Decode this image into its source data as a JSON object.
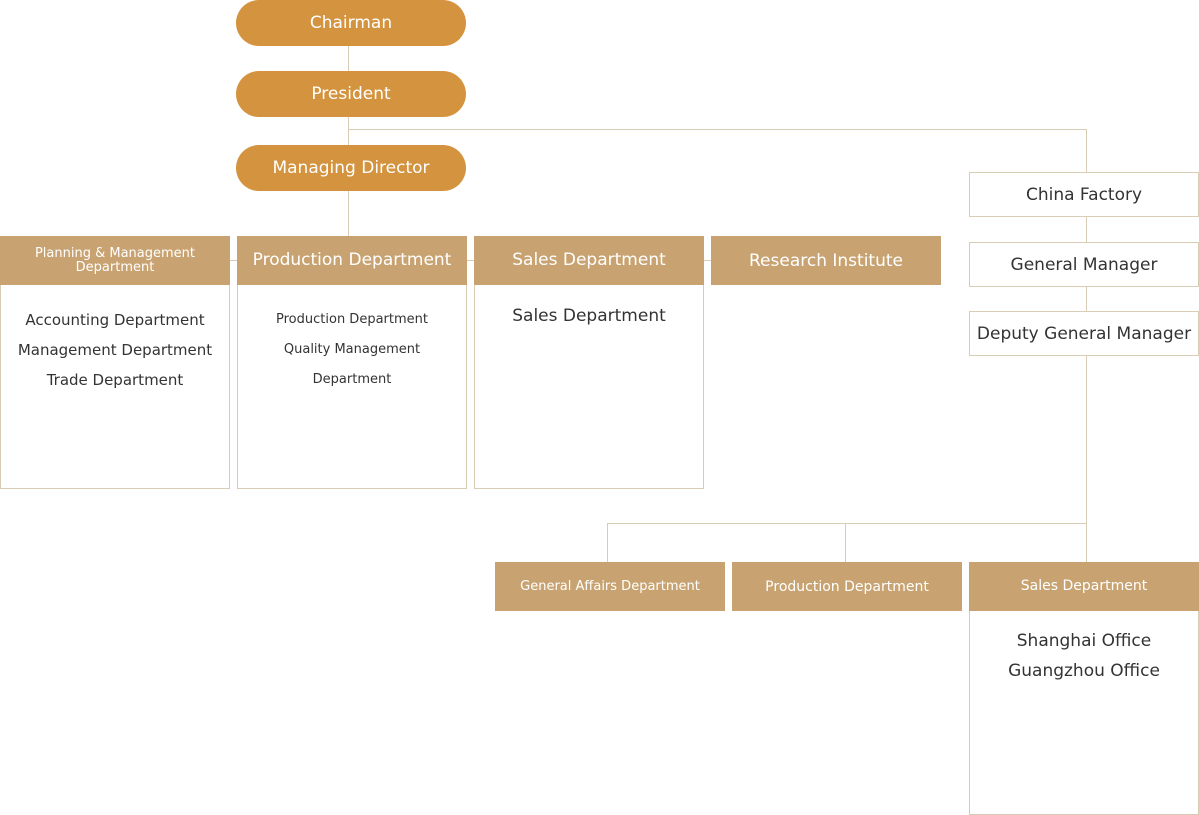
{
  "exec": {
    "chairman": "Chairman",
    "president": "President",
    "managing_director": "Managing Director"
  },
  "departments": [
    {
      "title": "Planning & Management Department",
      "items": [
        "Accounting Department",
        "Management Department",
        "Trade Department"
      ]
    },
    {
      "title": "Production Department",
      "items": [
        "Production Department",
        "Quality Management",
        "Department"
      ]
    },
    {
      "title": "Sales Department",
      "items": [
        "Sales Department"
      ]
    },
    {
      "title": "Research Institute",
      "items": []
    }
  ],
  "china": {
    "factory": "China Factory",
    "general_manager": "General Manager",
    "deputy_general_manager": "Deputy General Manager",
    "sub_departments": [
      {
        "title": "General Affairs Department",
        "items": []
      },
      {
        "title": "Production Department",
        "items": []
      },
      {
        "title": "Sales Department",
        "items": [
          "Shanghai Office",
          "Guangzhou Office"
        ]
      }
    ]
  },
  "colors": {
    "executive": "#d4933e",
    "department": "#c8a371",
    "line": "#d8cdb4"
  }
}
